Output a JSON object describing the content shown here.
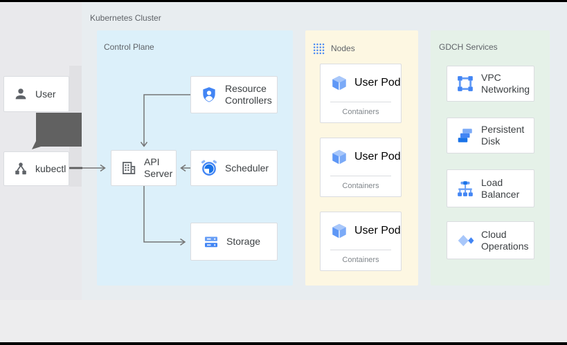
{
  "cluster": {
    "label": "Kubernetes Cluster"
  },
  "actors": {
    "user": {
      "label": "User"
    },
    "kubectl": {
      "label": "kubectl"
    }
  },
  "control_plane": {
    "title": "Control Plane",
    "resource_controllers": {
      "label": "Resource Controllers"
    },
    "api_server": {
      "label": "API Server"
    },
    "scheduler": {
      "label": "Scheduler"
    },
    "storage": {
      "label": "Storage"
    }
  },
  "nodes": {
    "title": "Nodes",
    "pods": [
      {
        "label": "User Pod",
        "sublabel": "Containers"
      },
      {
        "label": "User Pod",
        "sublabel": "Containers"
      },
      {
        "label": "User Pod",
        "sublabel": "Containers"
      }
    ]
  },
  "gdch": {
    "title": "GDCH Services",
    "services": [
      {
        "label": "VPC Networking"
      },
      {
        "label": "Persistent Disk"
      },
      {
        "label": "Load Balancer"
      },
      {
        "label": "Cloud Operations"
      }
    ]
  },
  "colors": {
    "accent_blue": "#4285f4",
    "dark_blue": "#1a73e8",
    "light_blue": "#8ab4f8",
    "control_plane_bg": "#dcf0fa",
    "nodes_bg": "#fdf7e2",
    "gdch_bg": "#e5f1e8",
    "cluster_bg": "#e8edf0",
    "arrow_gray": "#757575",
    "fat_arrow_gray": "#616161",
    "label_gray": "#5f6368"
  }
}
